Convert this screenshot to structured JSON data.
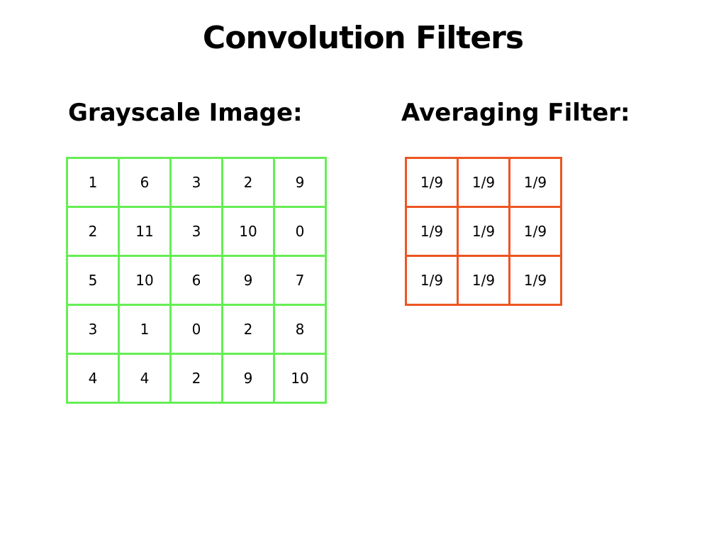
{
  "title": "Convolution Filters",
  "image_section": {
    "heading": "Grayscale Image:",
    "grid": [
      [
        "1",
        "6",
        "3",
        "2",
        "9"
      ],
      [
        "2",
        "11",
        "3",
        "10",
        "0"
      ],
      [
        "5",
        "10",
        "6",
        "9",
        "7"
      ],
      [
        "3",
        "1",
        "0",
        "2",
        "8"
      ],
      [
        "4",
        "4",
        "2",
        "9",
        "10"
      ]
    ]
  },
  "filter_section": {
    "heading": "Averaging Filter:",
    "grid": [
      [
        "1/9",
        "1/9",
        "1/9"
      ],
      [
        "1/9",
        "1/9",
        "1/9"
      ],
      [
        "1/9",
        "1/9",
        "1/9"
      ]
    ]
  },
  "colors": {
    "image_grid_border": "#66ee55",
    "filter_grid_border": "#ee5522",
    "background": "#ffffff"
  }
}
